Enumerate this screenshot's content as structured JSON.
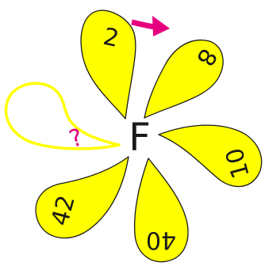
{
  "colors": {
    "petal_fill": "#ffff00",
    "outline": "#1a1a1a",
    "question_mark": "#e6007e",
    "arrow": "#e6007e"
  },
  "center": {
    "label": "F"
  },
  "petals": [
    {
      "id": "2",
      "label": "2",
      "filled": true
    },
    {
      "id": "8",
      "label": "8",
      "filled": true
    },
    {
      "id": "10",
      "label": "10",
      "filled": true
    },
    {
      "id": "40",
      "label": "40",
      "filled": true
    },
    {
      "id": "42",
      "label": "42",
      "filled": true
    },
    {
      "id": "unknown",
      "label": "?",
      "filled": false
    }
  ],
  "arrow": {
    "icon": "curved-arrow-right-icon",
    "meaning": "clockwise"
  }
}
